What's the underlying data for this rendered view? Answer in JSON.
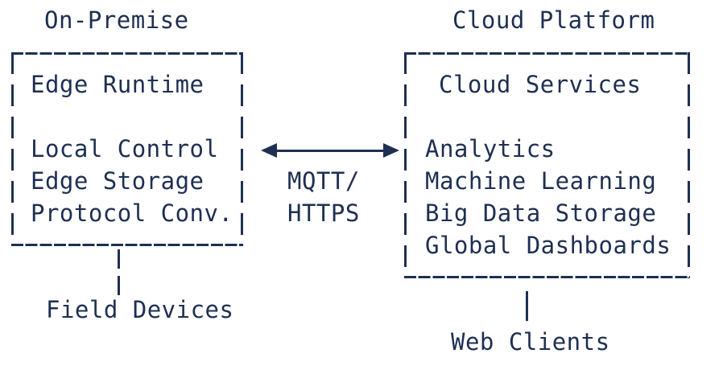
{
  "colors": {
    "ink": "#1e2f52",
    "background": "#ffffff"
  },
  "titles": {
    "left": "On-Premise",
    "right": "Cloud Platform"
  },
  "left_box": {
    "header": "Edge Runtime",
    "items": [
      "Local Control",
      "Edge Storage",
      "Protocol Conv."
    ]
  },
  "right_box": {
    "header": "Cloud Services",
    "items": [
      "Analytics",
      "Machine Learning",
      "Big Data Storage",
      "Global Dashboards"
    ]
  },
  "connection": {
    "protocol_line1": "MQTT/",
    "protocol_line2": "HTTPS"
  },
  "externals": {
    "left": "Field Devices",
    "right": "Web Clients"
  }
}
